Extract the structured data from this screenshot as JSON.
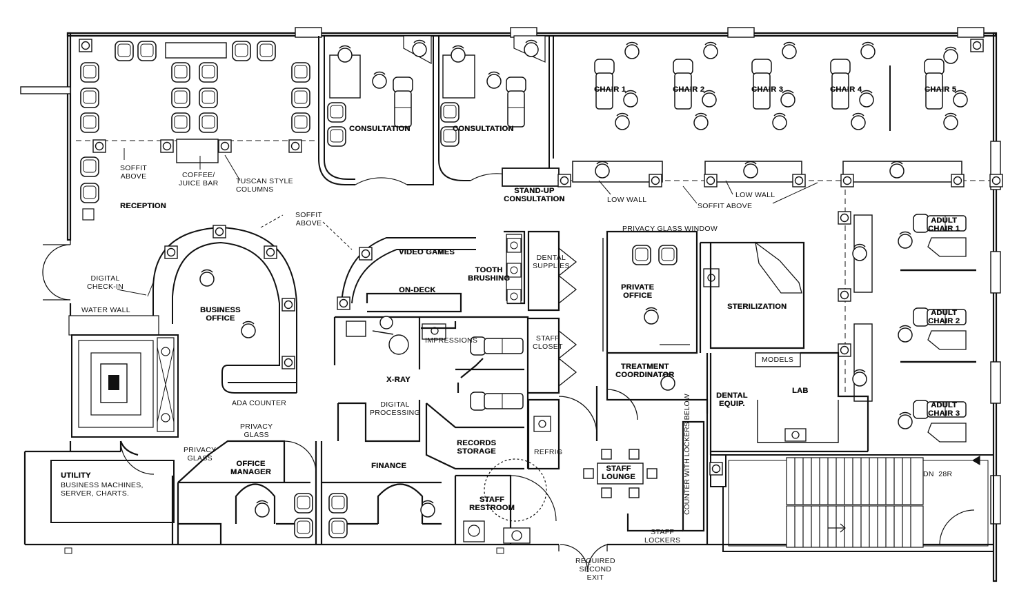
{
  "rooms": {
    "reception": "RECEPTION",
    "consultation_1": "CONSULTATION",
    "consultation_2": "CONSULTATION",
    "standup_consultation": "STAND-UP\nCONSULTATION",
    "chair_1": "CHAIR 1",
    "chair_2": "CHAIR 2",
    "chair_3": "CHAIR 3",
    "chair_4": "CHAIR 4",
    "chair_5": "CHAIR 5",
    "adult_chair_1": "ADULT\nCHAIR 1",
    "adult_chair_2": "ADULT\nCHAIR 2",
    "adult_chair_3": "ADULT\nCHAIR 3",
    "business_office": "BUSINESS\nOFFICE",
    "video_games": "VIDEO GAMES",
    "on_deck": "ON-DECK",
    "tooth_brushing": "TOOTH\nBRUSHING",
    "dental_supplies": "DENTAL\nSUPPLIES",
    "staff_closet": "STAFF\nCLOSET",
    "impressions": "IMPRESSIONS",
    "xray": "X-RAY",
    "digital_processing": "DIGITAL\nPROCESSING",
    "records_storage": "RECORDS\nSTORAGE",
    "refrig": "REFRIG",
    "finance": "FINANCE",
    "office_manager": "OFFICE\nMANAGER",
    "utility": "UTILITY",
    "utility_desc": "BUSINESS MACHINES,\nSERVER, CHARTS.",
    "staff_restroom": "STAFF\nRESTROOM",
    "staff_lounge": "STAFF\nLOUNGE",
    "private_office": "PRIVATE\nOFFICE",
    "treatment_coordinator": "TREATMENT\nCOORDINATOR",
    "sterilization": "STERILIZATION",
    "dental_equip": "DENTAL\nEQUIP.",
    "lab": "LAB",
    "models": "MODELS"
  },
  "notes": {
    "soffit_above_1": "SOFFIT\nABOVE",
    "coffee_bar": "COFFEE/\nJUICE BAR",
    "tuscan_columns": "TUSCAN STYLE\nCOLUMNS",
    "soffit_above_2": "SOFFIT\nABOVE",
    "digital_checkin": "DIGITAL\nCHECK-IN",
    "water_wall": "WATER WALL",
    "ada_counter": "ADA COUNTER",
    "privacy_glass_1": "PRIVACY\nGLASS",
    "privacy_glass_2": "PRIVACY\nGLASS",
    "low_wall_1": "LOW WALL",
    "low_wall_2": "LOW WALL",
    "soffit_above_3": "SOFFIT ABOVE",
    "privacy_glass_window": "PRIVACY GLASS WINDOW",
    "counter_lockers": "COUNTER WITH\nLOCKERS BELOW",
    "staff_lockers": "STAFF\nLOCKERS",
    "required_exit": "REQUIRED\nSECOND\nEXIT",
    "stair_note": "DN  28R"
  },
  "colors": {
    "ink": "#111111",
    "paper": "#ffffff"
  }
}
